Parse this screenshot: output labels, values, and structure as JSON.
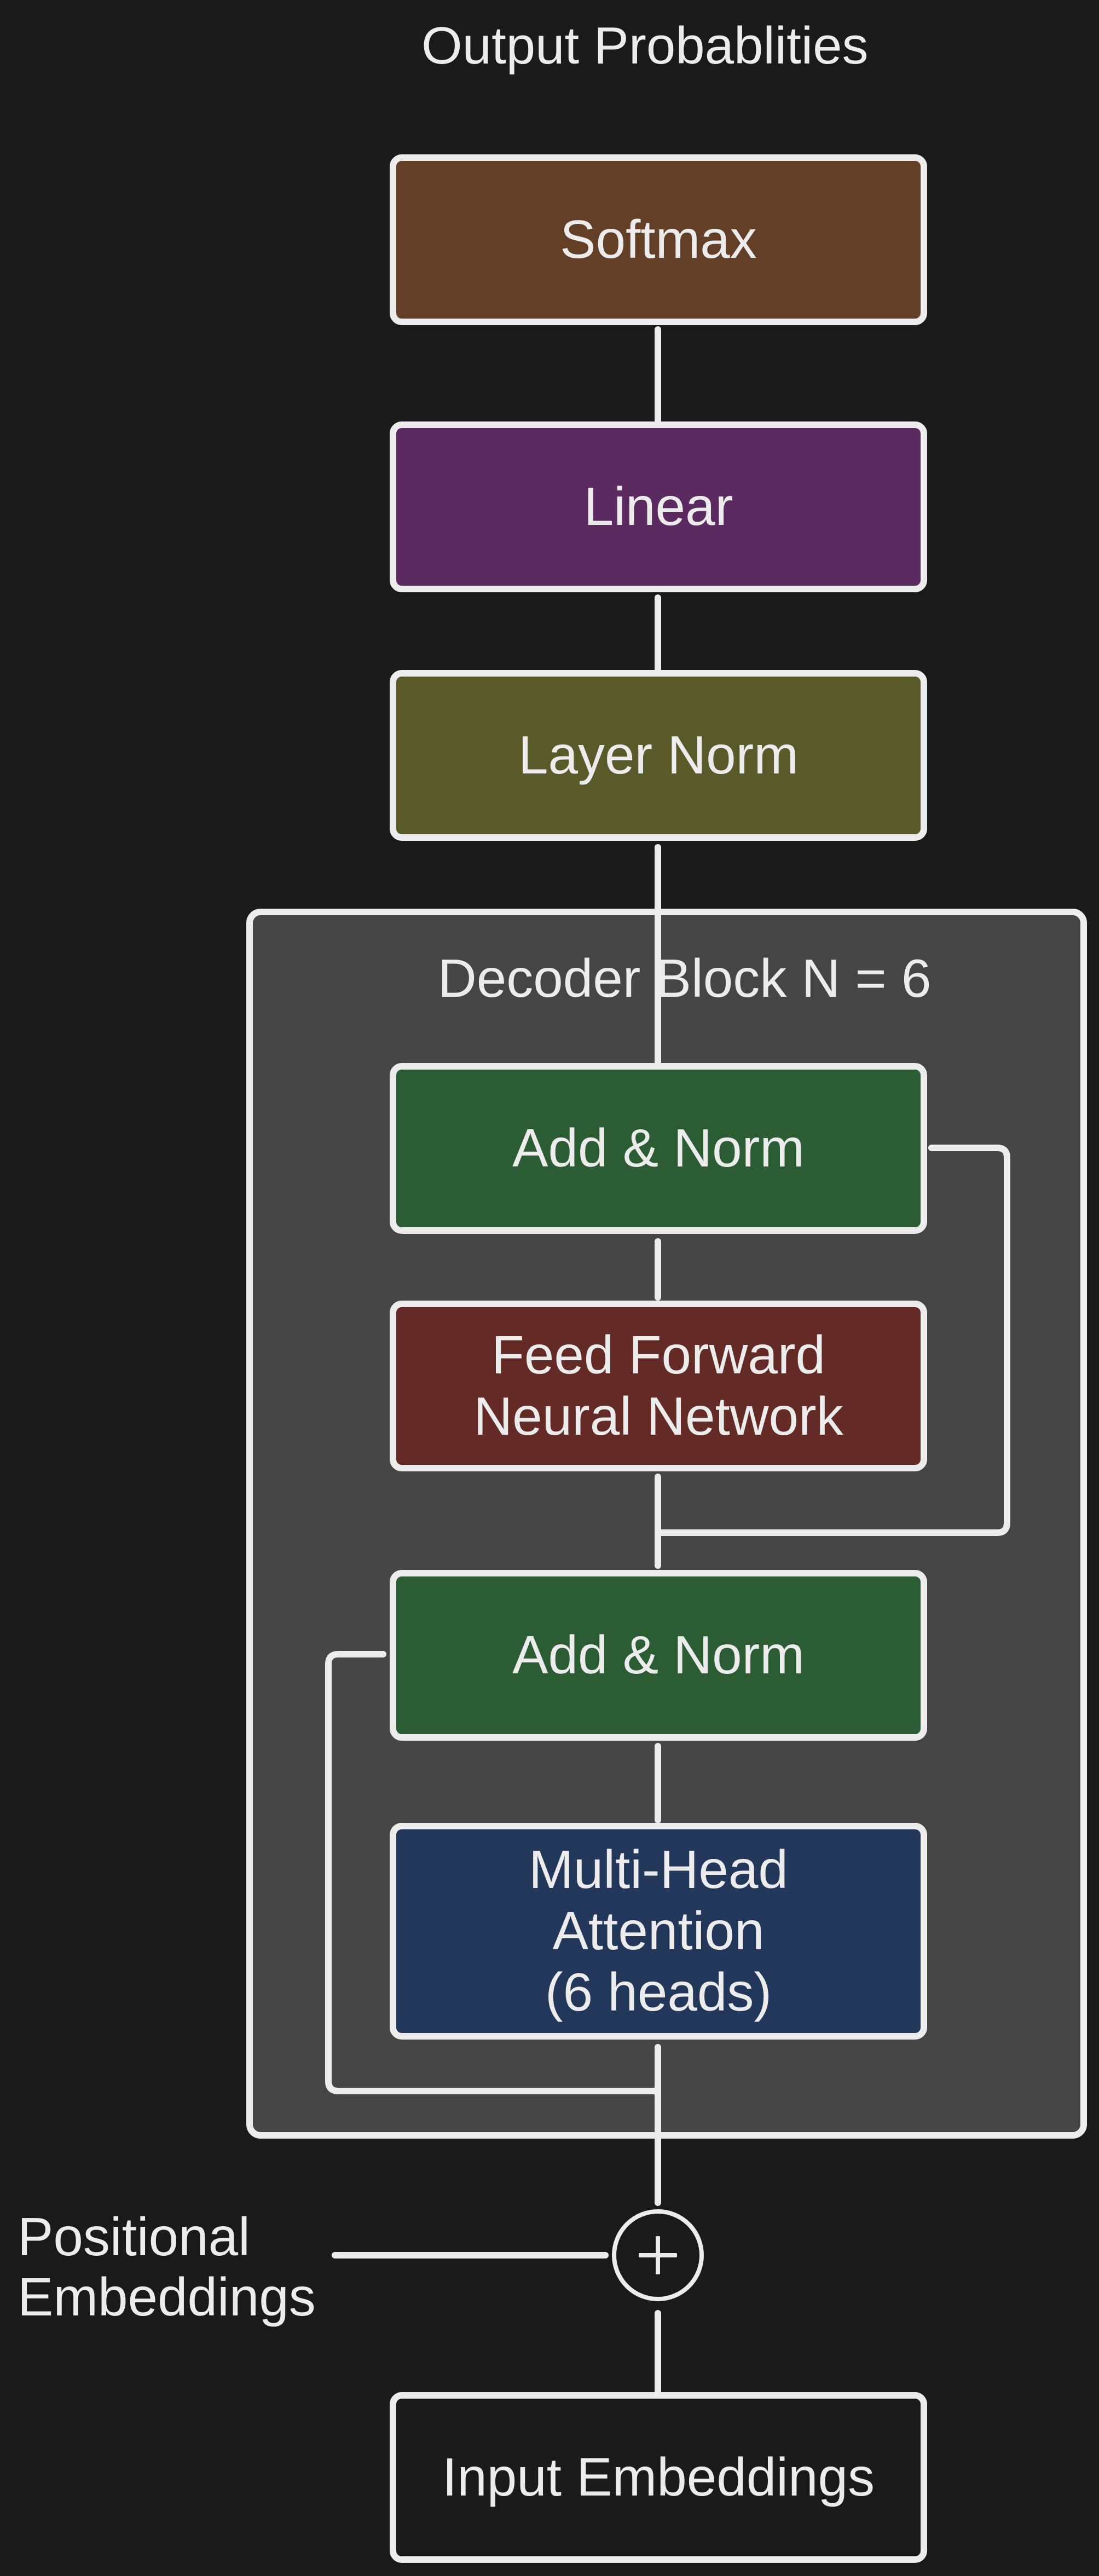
{
  "diagram": {
    "output_label": "Output Probablities",
    "decoder_block_label": "Decoder Block N = 6",
    "positional_label": "Positional\nEmbeddings",
    "plus_symbol": "+",
    "nodes": {
      "softmax": {
        "label": "Softmax",
        "color": "#633f28"
      },
      "linear": {
        "label": "Linear",
        "color": "#5a2a60"
      },
      "layer_norm": {
        "label": "Layer Norm",
        "color": "#585a29"
      },
      "add_norm_top": {
        "label": "Add & Norm",
        "color": "#2b5c34"
      },
      "feed_forward": {
        "label": "Feed Forward\nNeural Network",
        "color": "#632a26"
      },
      "add_norm_bottom": {
        "label": "Add & Norm",
        "color": "#2b5c34"
      },
      "multi_head_attention": {
        "label": "Multi-Head\nAttention\n(6 heads)",
        "color": "#22375a"
      },
      "input_embeddings": {
        "label": "Input Embeddings",
        "color": "#1a1a1a"
      }
    },
    "colors": {
      "background": "#1a1a1a",
      "decoder_block_fill": "#454545",
      "stroke": "#ececec"
    }
  }
}
